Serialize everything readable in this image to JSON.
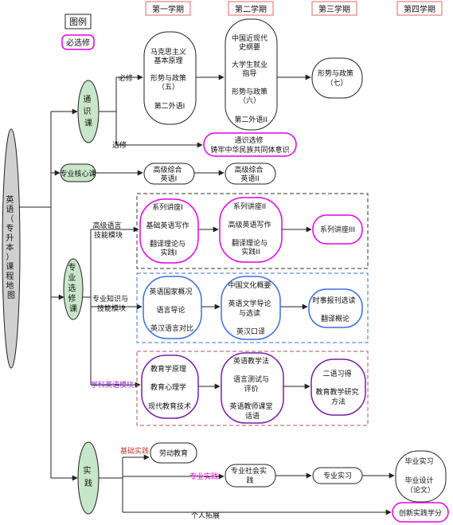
{
  "legend": {
    "title": "图例",
    "required_elective": "必选修"
  },
  "semesters": [
    "第一学期",
    "第二学期",
    "第三学期",
    "第四学期"
  ],
  "root": [
    "英",
    "语",
    "（",
    "专",
    "升",
    "本",
    "）",
    "课",
    "程",
    "地",
    "图"
  ],
  "categories": {
    "general": [
      "通",
      "识",
      "课"
    ],
    "major_core": "专业核心课",
    "major_elective": [
      "专",
      "业",
      "选",
      "修",
      "课"
    ],
    "practice": [
      "实",
      "践"
    ]
  },
  "branch_labels": {
    "required": "必修",
    "elective": "选修",
    "advanced_language": [
      "高级语言",
      "技能模块"
    ],
    "knowledge": [
      "专业知识与",
      "技能模块"
    ],
    "pedagogy": "学科英语模块",
    "basic_practice": "基础实践",
    "major_practice": "专业实践",
    "personal": "个人拓展"
  },
  "general_courses": {
    "sem1": [
      "马克思主义",
      "基本原理",
      "",
      "形势与政策",
      "（五）",
      "",
      "第二外语I"
    ],
    "sem2": [
      "中国近现代",
      "史纲要",
      "",
      "大学生就业",
      "指导",
      "",
      "形势与政策",
      "（六）",
      "",
      "第二外语II"
    ],
    "sem3": [
      "形势与政策",
      "（七）"
    ],
    "elective": [
      "通识选修",
      "铸牢中华民族共同体意识"
    ]
  },
  "core_courses": {
    "sem1": [
      "高级综合",
      "英语I"
    ],
    "sem2": [
      "高级综合",
      "英语II"
    ]
  },
  "advanced_module": {
    "sem1": [
      "系列讲座I",
      "",
      "基础英语写作",
      "",
      "翻译理论与",
      "实践I"
    ],
    "sem2": [
      "系列讲座II",
      "",
      "高级英语写作",
      "",
      "翻译理论与",
      "实践II"
    ],
    "sem3": [
      "系列讲座III"
    ]
  },
  "knowledge_module": {
    "sem1": [
      "英语国家概况",
      "",
      "语言导论",
      "",
      "英汉语言对比"
    ],
    "sem2": [
      "中国文化概要",
      "",
      "英语文学导论",
      "与选读",
      "",
      "英汉口译"
    ],
    "sem3": [
      "时事报刊选读",
      "",
      "翻译概论"
    ]
  },
  "pedagogy_module": {
    "sem1": [
      "教育学原理",
      "",
      "教育心理学",
      "",
      "现代教育技术"
    ],
    "sem2": [
      "英语教学法",
      "",
      "语言测试与",
      "评价",
      "",
      "英语教师课堂",
      "话语"
    ],
    "sem3": [
      "二语习得",
      "",
      "教育教学研究",
      "方法"
    ]
  },
  "practice_courses": {
    "labor": "劳动教育",
    "social": [
      "专业社会实",
      "践"
    ],
    "internship": "专业实习",
    "final": [
      "毕业实习",
      "",
      "毕业设计",
      "（论文）"
    ],
    "innovation": "创新实践学分"
  },
  "colors": {
    "semester_border": "#e06666",
    "category_fill": "#c8e6c9",
    "magenta": "#e600e6",
    "blue": "#3c6fe0",
    "purple": "#7a1ea0",
    "pedagogy_label": "#9b1fc9",
    "practice_red": "#c0392b",
    "elective_dashed_black": "#333333",
    "elective_dashed_blue": "#3a6fd8",
    "elective_dashed_maroon": "#b0506a",
    "root_fill": "#d0d0d0"
  }
}
